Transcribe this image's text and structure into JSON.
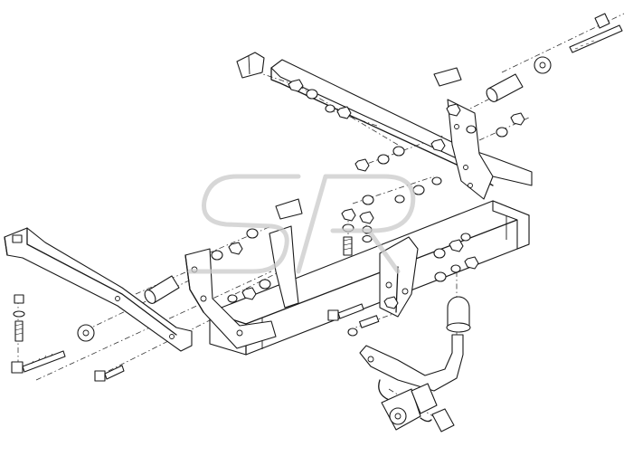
{
  "figure": {
    "kind": "exploded-assembly-drawing",
    "subject": "tow-bar-hitch",
    "line_color": "#1a1a1a",
    "background": "#ffffff"
  },
  "watermark": {
    "text": "SR",
    "color": "#c9c9c9"
  }
}
